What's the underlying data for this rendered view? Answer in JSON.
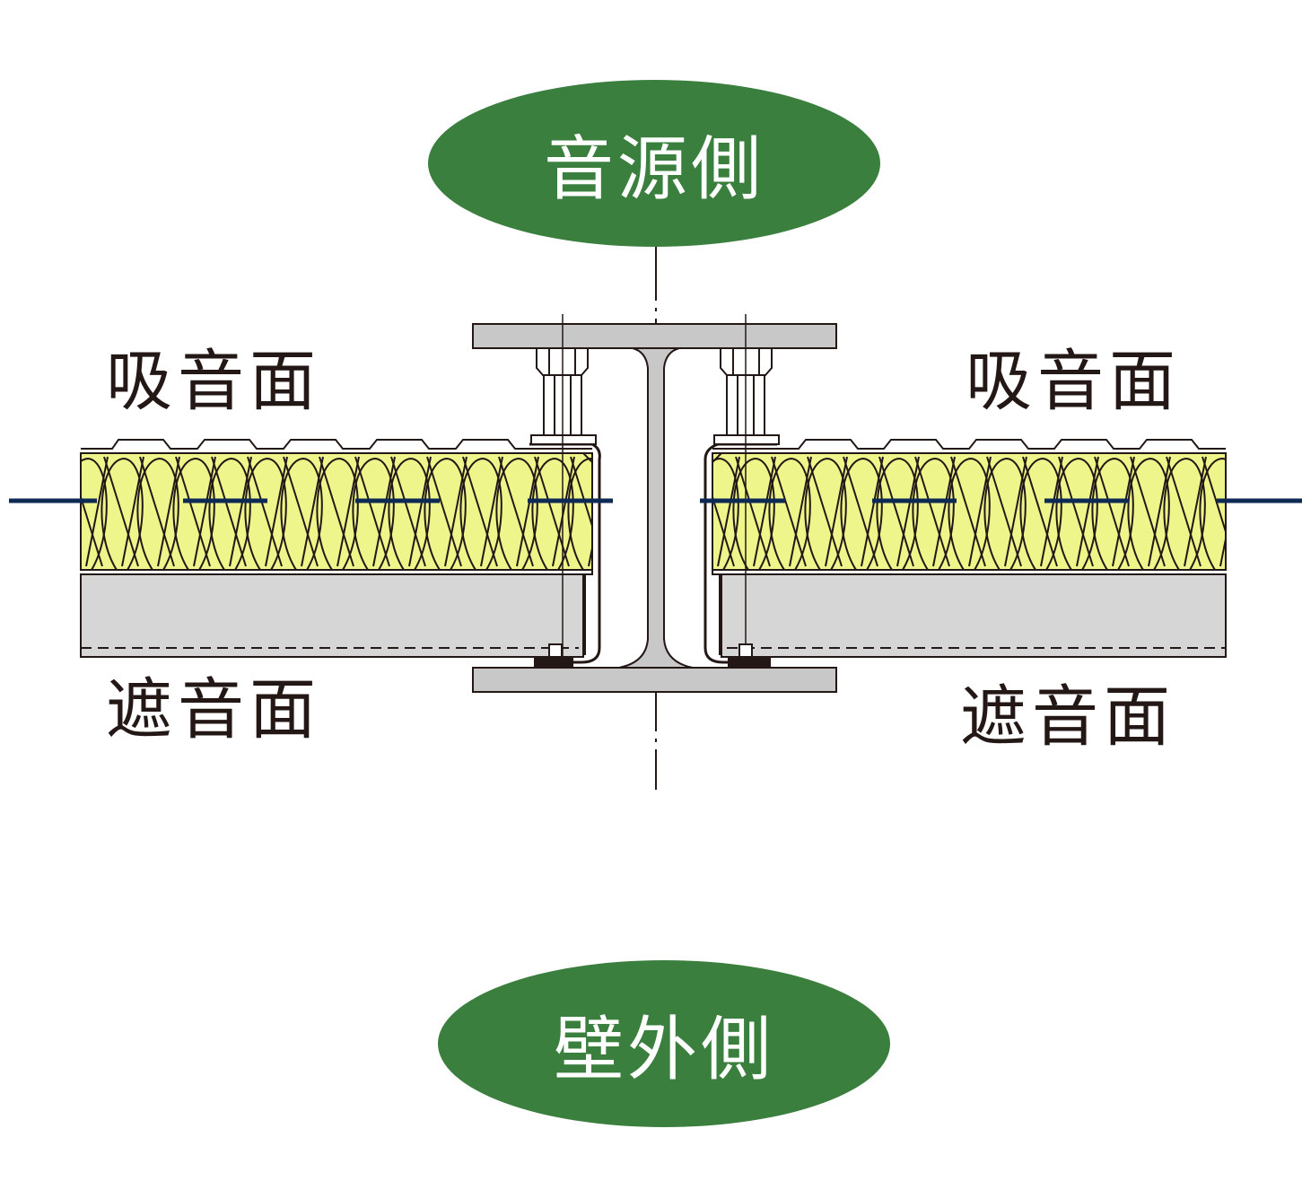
{
  "labels": {
    "source_side": "音源側",
    "outer_side": "壁外側",
    "absorb_left": "吸音面",
    "absorb_right": "吸音面",
    "shield_left": "遮音面",
    "shield_right": "遮音面"
  },
  "colors": {
    "badge_green": "#3a7f3e",
    "insulation_yellow": "#eef58b",
    "panel_gray": "#d6d6d6",
    "steel_gray": "#c8c8c8",
    "joint_line_navy": "#0d2a55",
    "line_black": "#231815"
  }
}
